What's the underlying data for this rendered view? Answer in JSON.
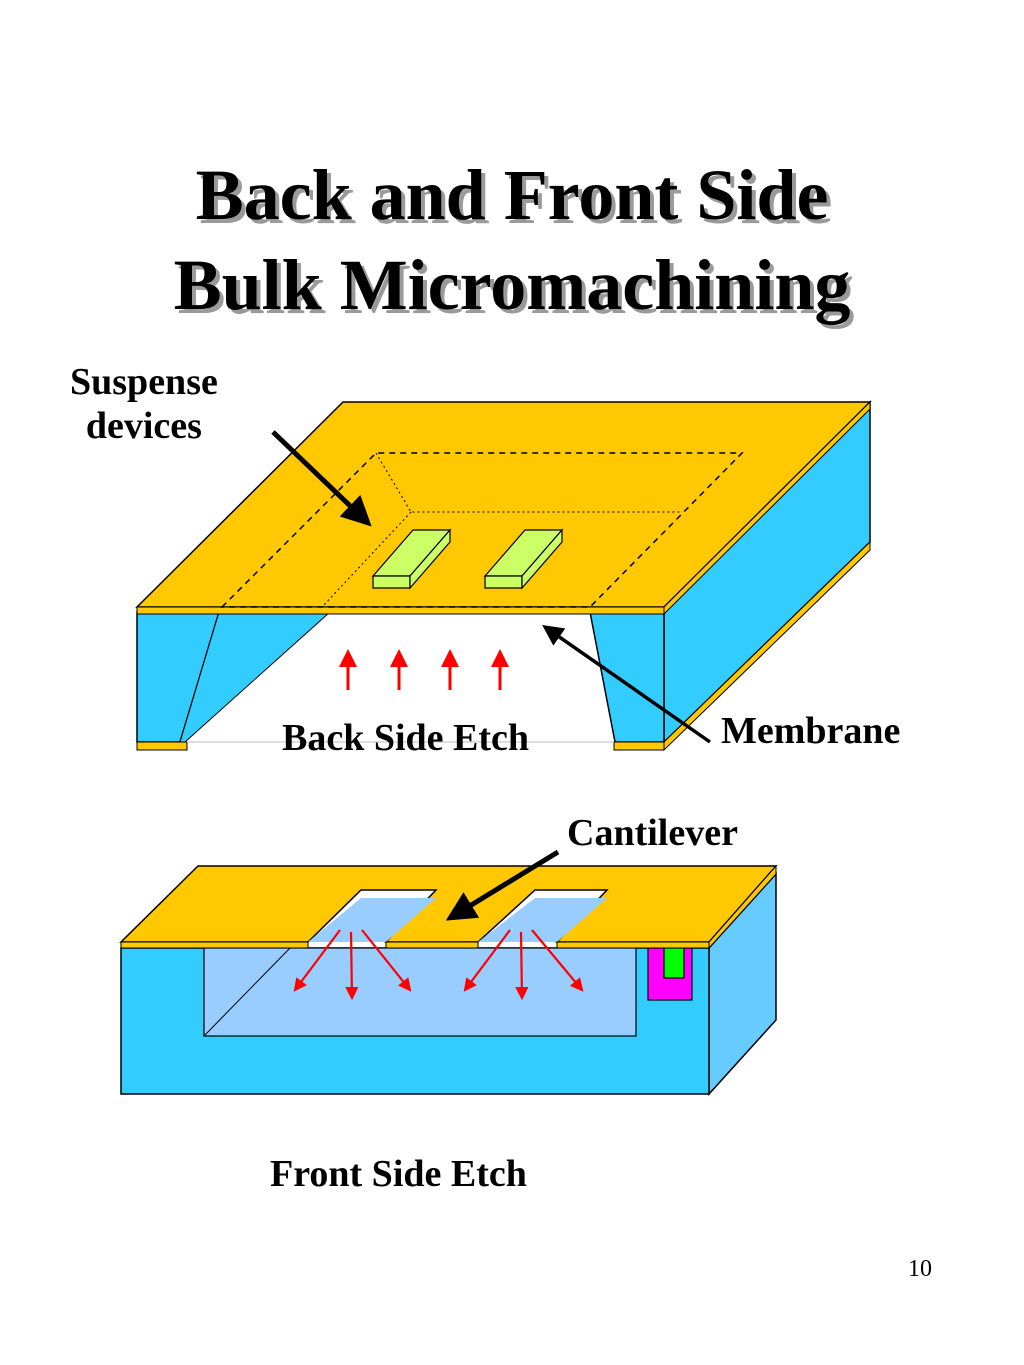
{
  "slide": {
    "title_line1": "Back and Front Side",
    "title_line2": "Bulk Micromachining",
    "page_number": "10"
  },
  "back_side_diagram": {
    "label_devices_line1": "Suspense",
    "label_devices_line2": "devices",
    "label_membrane": "Membrane",
    "label_etch": "Back Side Etch"
  },
  "front_side_diagram": {
    "label_cantilever": "Cantilever",
    "label_etch": "Front Side Etch"
  },
  "colors": {
    "gold": "#FFC800",
    "cyan": "#33CCFF",
    "light_blue": "#99CCFF",
    "device_green": "#CCFF66",
    "arrow_red": "#FF0000",
    "magenta": "#FF00FF",
    "green": "#00FF00"
  }
}
